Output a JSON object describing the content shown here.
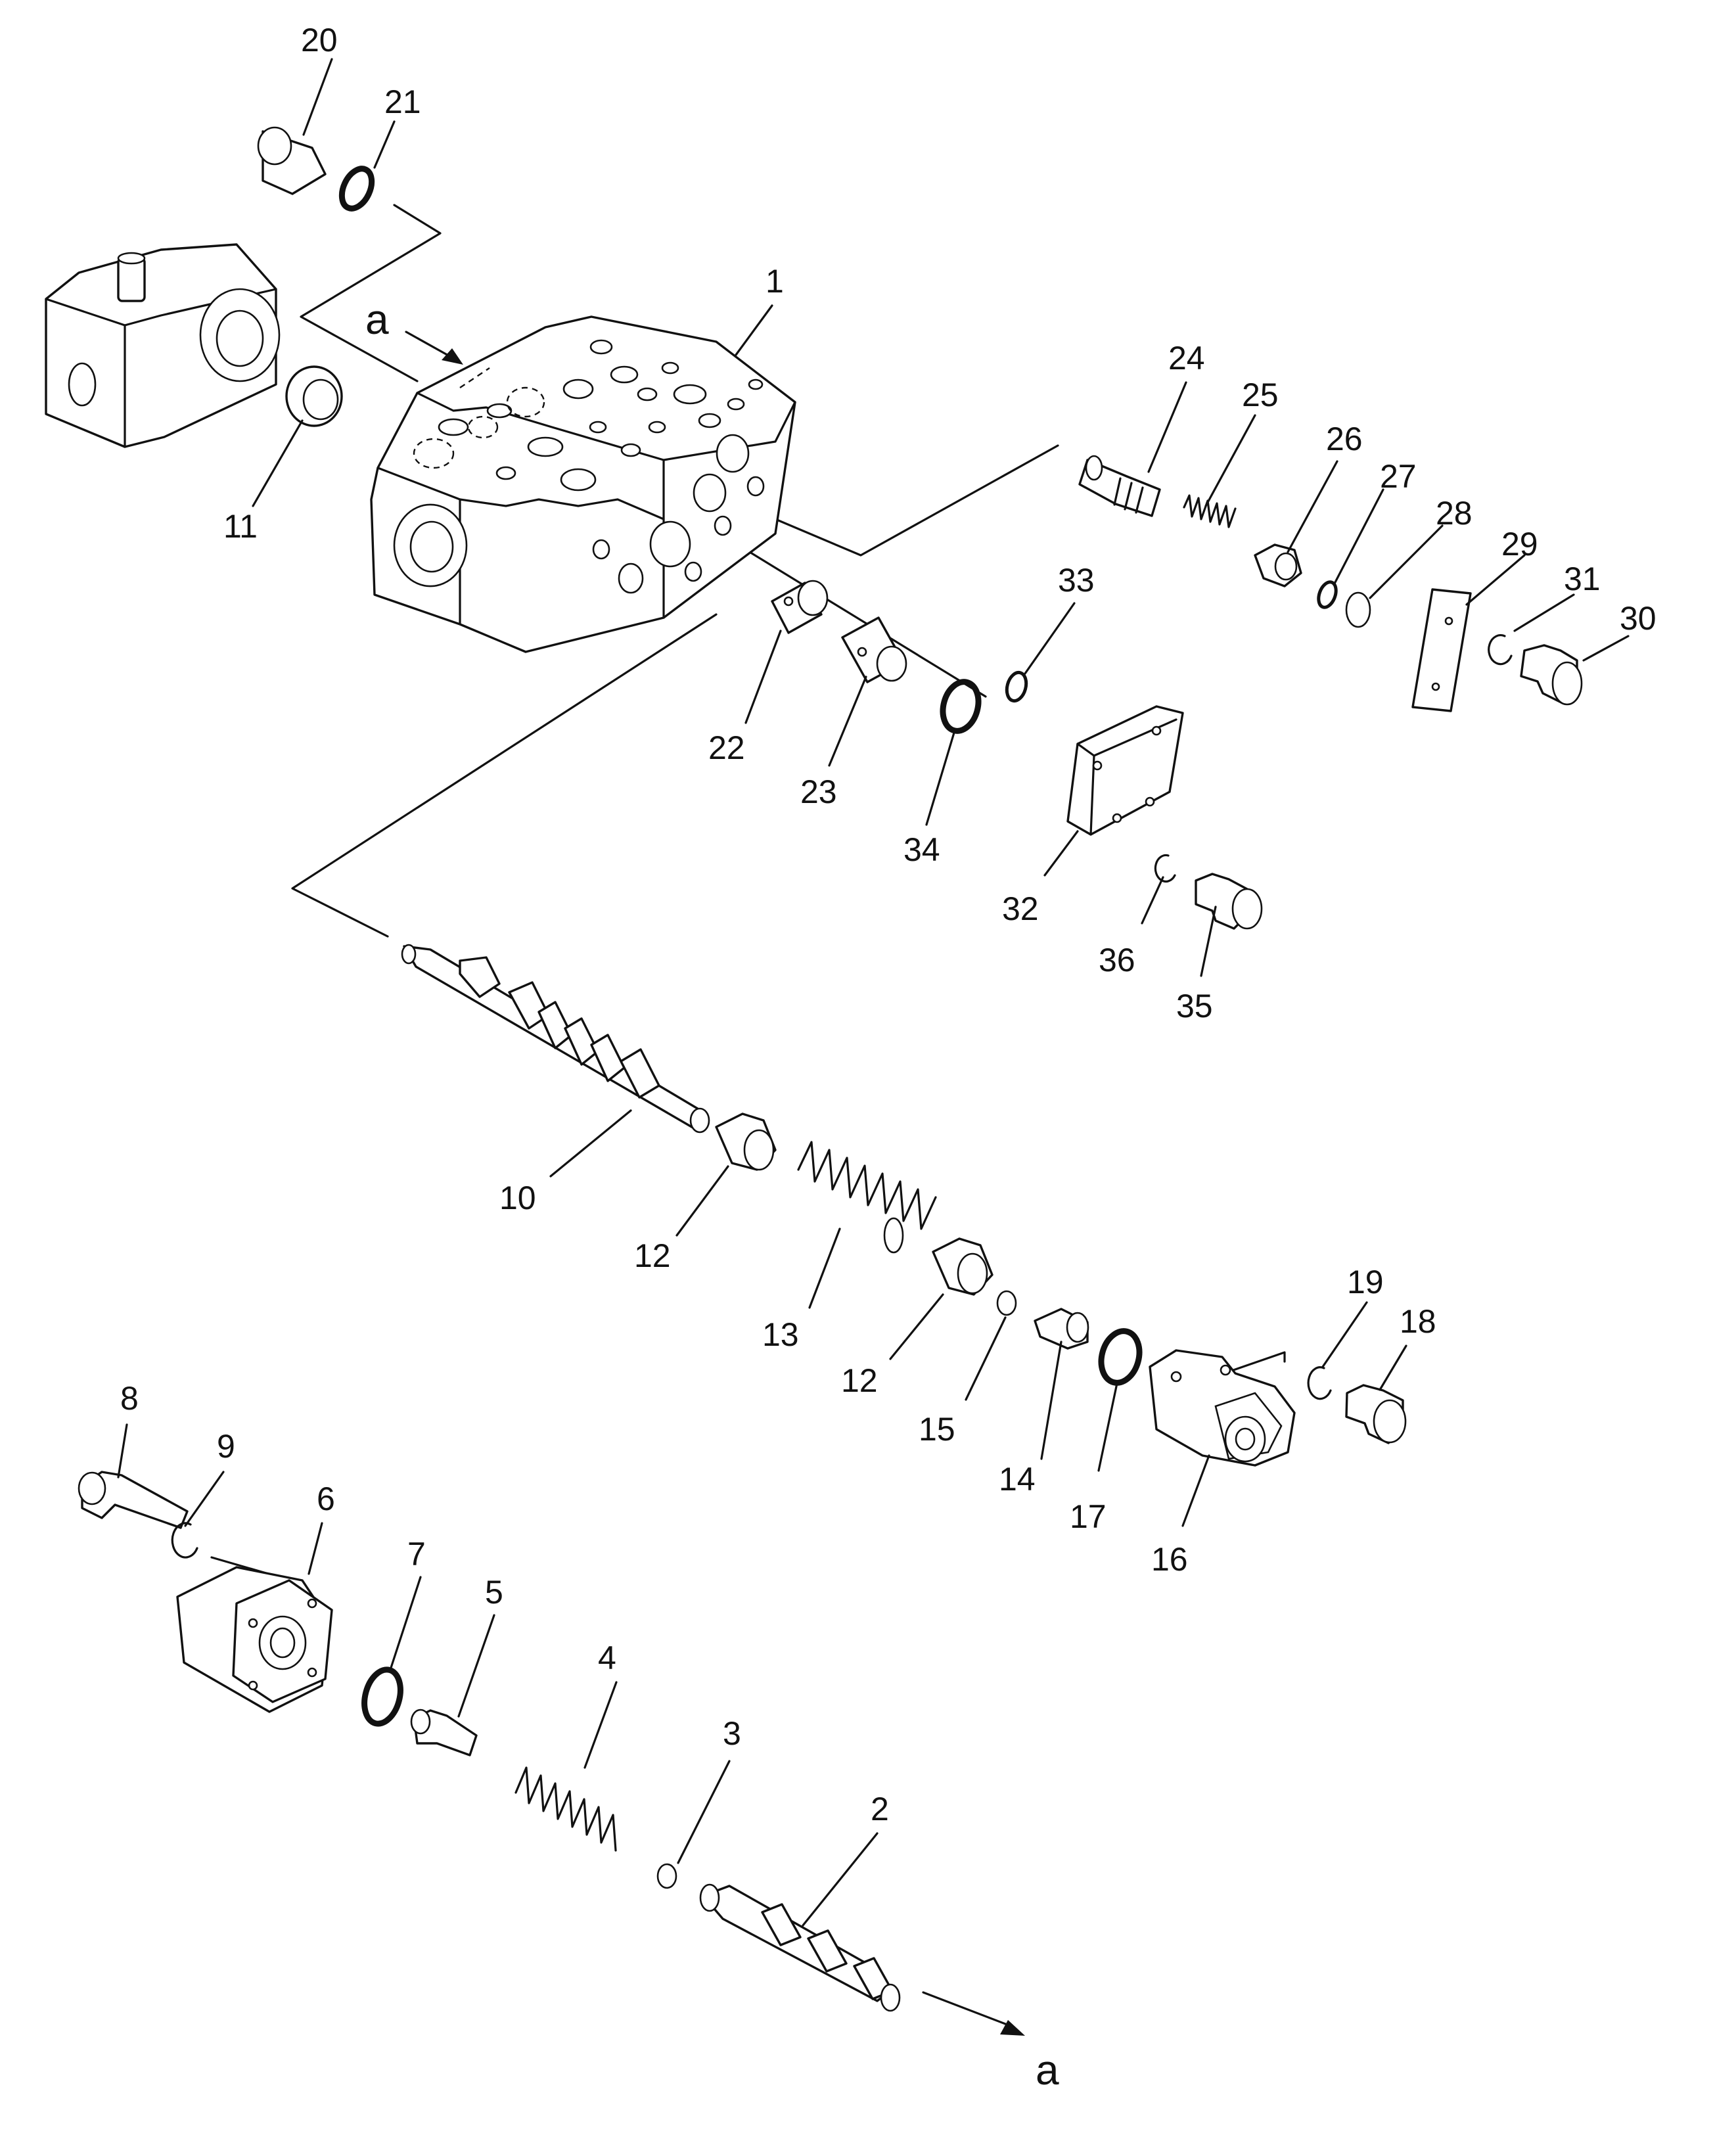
{
  "labels": {
    "p1": "1",
    "p2": "2",
    "p3": "3",
    "p4": "4",
    "p5": "5",
    "p6": "6",
    "p7": "7",
    "p8": "8",
    "p9": "9",
    "p10": "10",
    "p11": "11",
    "p12a": "12",
    "p12b": "12",
    "p13": "13",
    "p14": "14",
    "p15": "15",
    "p16": "16",
    "p17": "17",
    "p18": "18",
    "p19": "19",
    "p20": "20",
    "p21": "21",
    "p22": "22",
    "p23": "23",
    "p24": "24",
    "p25": "25",
    "p26": "26",
    "p27": "27",
    "p28": "28",
    "p29": "29",
    "p30": "30",
    "p31": "31",
    "p32": "32",
    "p33": "33",
    "p34": "34",
    "p35": "35",
    "p36": "36"
  },
  "view_ref": {
    "top": "a",
    "bottom": "a"
  }
}
